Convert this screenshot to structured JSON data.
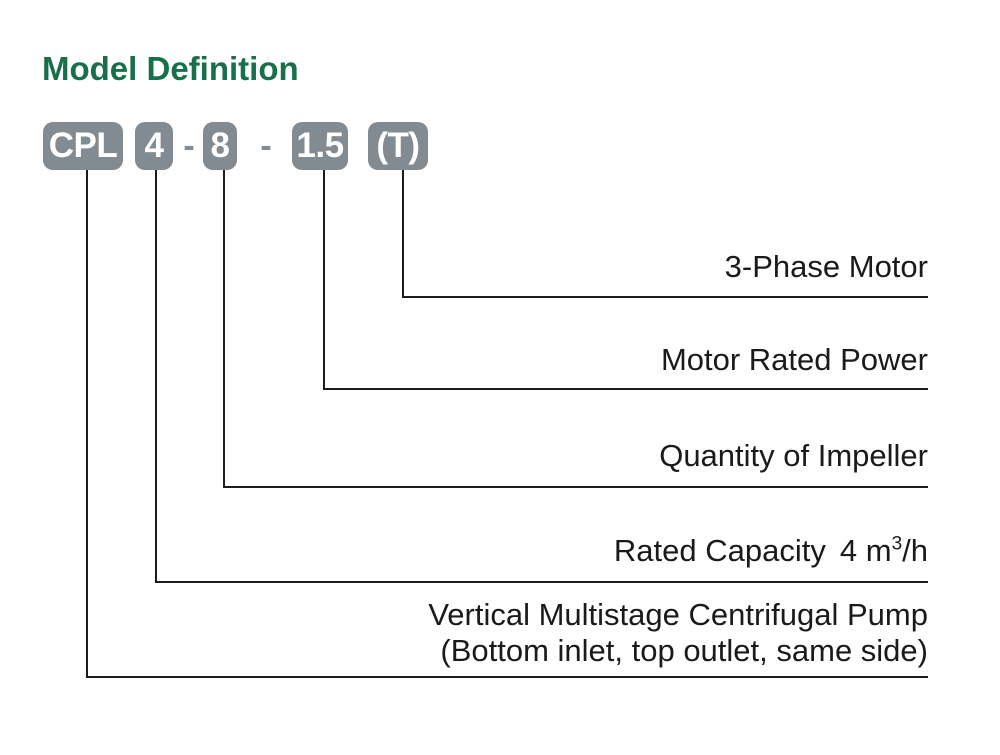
{
  "title": {
    "text": "Model Definition",
    "color": "#17704a"
  },
  "model_code": {
    "badge_color": "#828b92",
    "badge_text_color": "#ffffff",
    "separator": "-",
    "segments": [
      {
        "label": "CPL",
        "meaning": "Vertical Multistage Centrifugal Pump (Bottom inlet, top outlet, same side)"
      },
      {
        "label": "4",
        "meaning": "Rated Capacity 4 m³/h"
      },
      {
        "label": "8",
        "meaning": "Quantity of Impeller"
      },
      {
        "label": "1.5",
        "meaning": "Motor Rated Power"
      },
      {
        "label": "(T)",
        "meaning": "3-Phase Motor"
      }
    ]
  },
  "callouts": [
    {
      "label": "3-Phase Motor"
    },
    {
      "label": "Motor Rated Power"
    },
    {
      "label": "Quantity of Impeller"
    },
    {
      "label": "Rated Capacity",
      "value_base": "4 m",
      "value_sup": "3",
      "value_rest": "/h"
    },
    {
      "label": "Vertical Multistage Centrifugal Pump",
      "sub_label": "(Bottom inlet, top outlet, same side)"
    }
  ],
  "line_color": "#1c1c1c"
}
